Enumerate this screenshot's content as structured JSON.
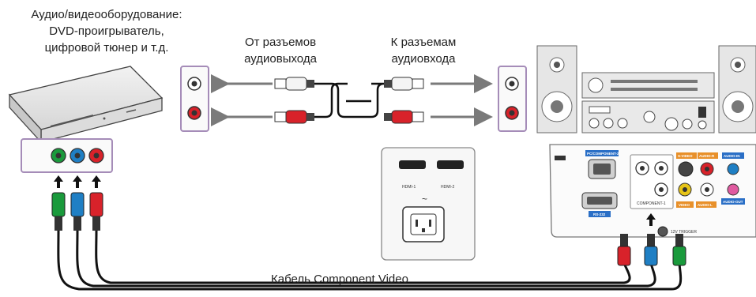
{
  "labels": {
    "source_device_line1": "Аудио/видеооборудование:",
    "source_device_line2": "DVD-проигрыватель,",
    "source_device_line3": "цифровой тюнер и т.д.",
    "audio_out_line1": "От разъемов",
    "audio_out_line2": "аудиовыхода",
    "audio_in_line1": "К разъемам",
    "audio_in_line2": "аудиовхода",
    "component_cable": "Кабель Component Video"
  },
  "projector_panel": {
    "hdmi1": "HDMI-1",
    "hdmi2": "HDMI-2",
    "pc_component2": "PC/COMPONENT-2",
    "rs232": "RS-232",
    "component1": "COMPONENT-1",
    "s_video": "S-VIDEO",
    "audio_r": "AUDIO-R",
    "audio_in": "AUDIO-IN",
    "video": "VIDEO",
    "audio_l": "AUDIO-L",
    "audio_out": "AUDIO-OUT",
    "trigger": "12V TRIGGER"
  },
  "colors": {
    "green": "#1a9a3c",
    "blue": "#1f7fc4",
    "red": "#d8222a",
    "white_plug": "#f4f4f4",
    "panel_border": "#a58cb8",
    "arrow_gray": "#7a7a7a",
    "orange_tag": "#e8902a",
    "blue_tag": "#2a6fc6"
  }
}
